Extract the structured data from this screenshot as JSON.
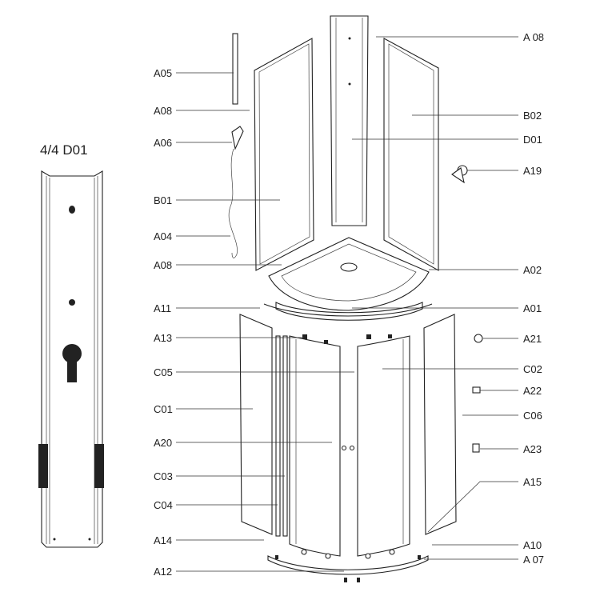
{
  "detail": {
    "title": "4/4  D01"
  },
  "labels_left": [
    "A05",
    "A08",
    "A06",
    "B01",
    "A04",
    "A08",
    "A11",
    "A13",
    "C05",
    "C01",
    "A20",
    "C03",
    "C04",
    "A14",
    "A12"
  ],
  "labels_right": [
    "A 08",
    "B02",
    "D01",
    "A19",
    "A02",
    "A01",
    "A21",
    "C02",
    "A22",
    "C06",
    "A23",
    "A15",
    "A10",
    "A 07"
  ]
}
